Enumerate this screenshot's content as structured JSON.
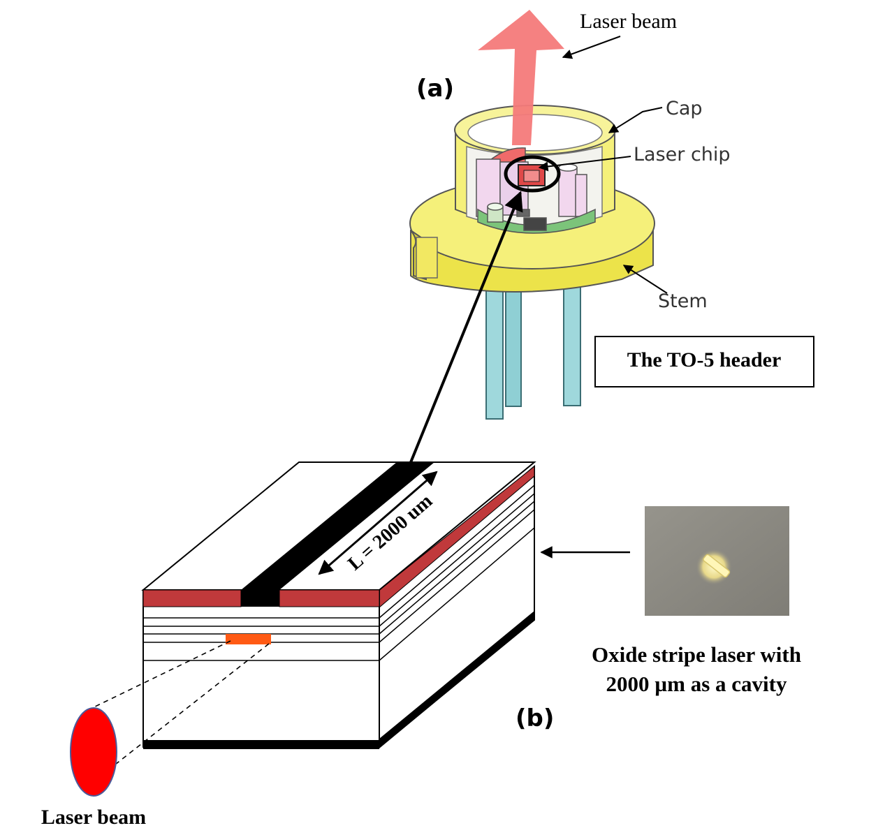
{
  "panel_a": {
    "label": "(a)",
    "laser_beam_label": "Laser beam",
    "cap_label": "Cap",
    "laser_chip_label": "Laser chip",
    "stem_label": "Stem",
    "header_box_label": "The TO-5 header"
  },
  "panel_b": {
    "label": "(b)",
    "length_label": "L = 2000 um",
    "photo_caption_line1": "Oxide stripe laser with",
    "photo_caption_line2": "2000 µm as a cavity",
    "laser_beam_label": "Laser beam"
  },
  "colors": {
    "beam_pink": "#f47a7a",
    "package_yellow": "#f5f07a",
    "package_yellow_dark": "#e6dc3c",
    "pin_cyan": "#9fd8dc",
    "contact_red": "#c0393b",
    "active_orange": "#ff5a14",
    "spot_red": "#ff0000",
    "photo_gray": "#8c8a83"
  },
  "icons": {
    "beam": "up-arrow-beam",
    "pointer": "arrow"
  }
}
